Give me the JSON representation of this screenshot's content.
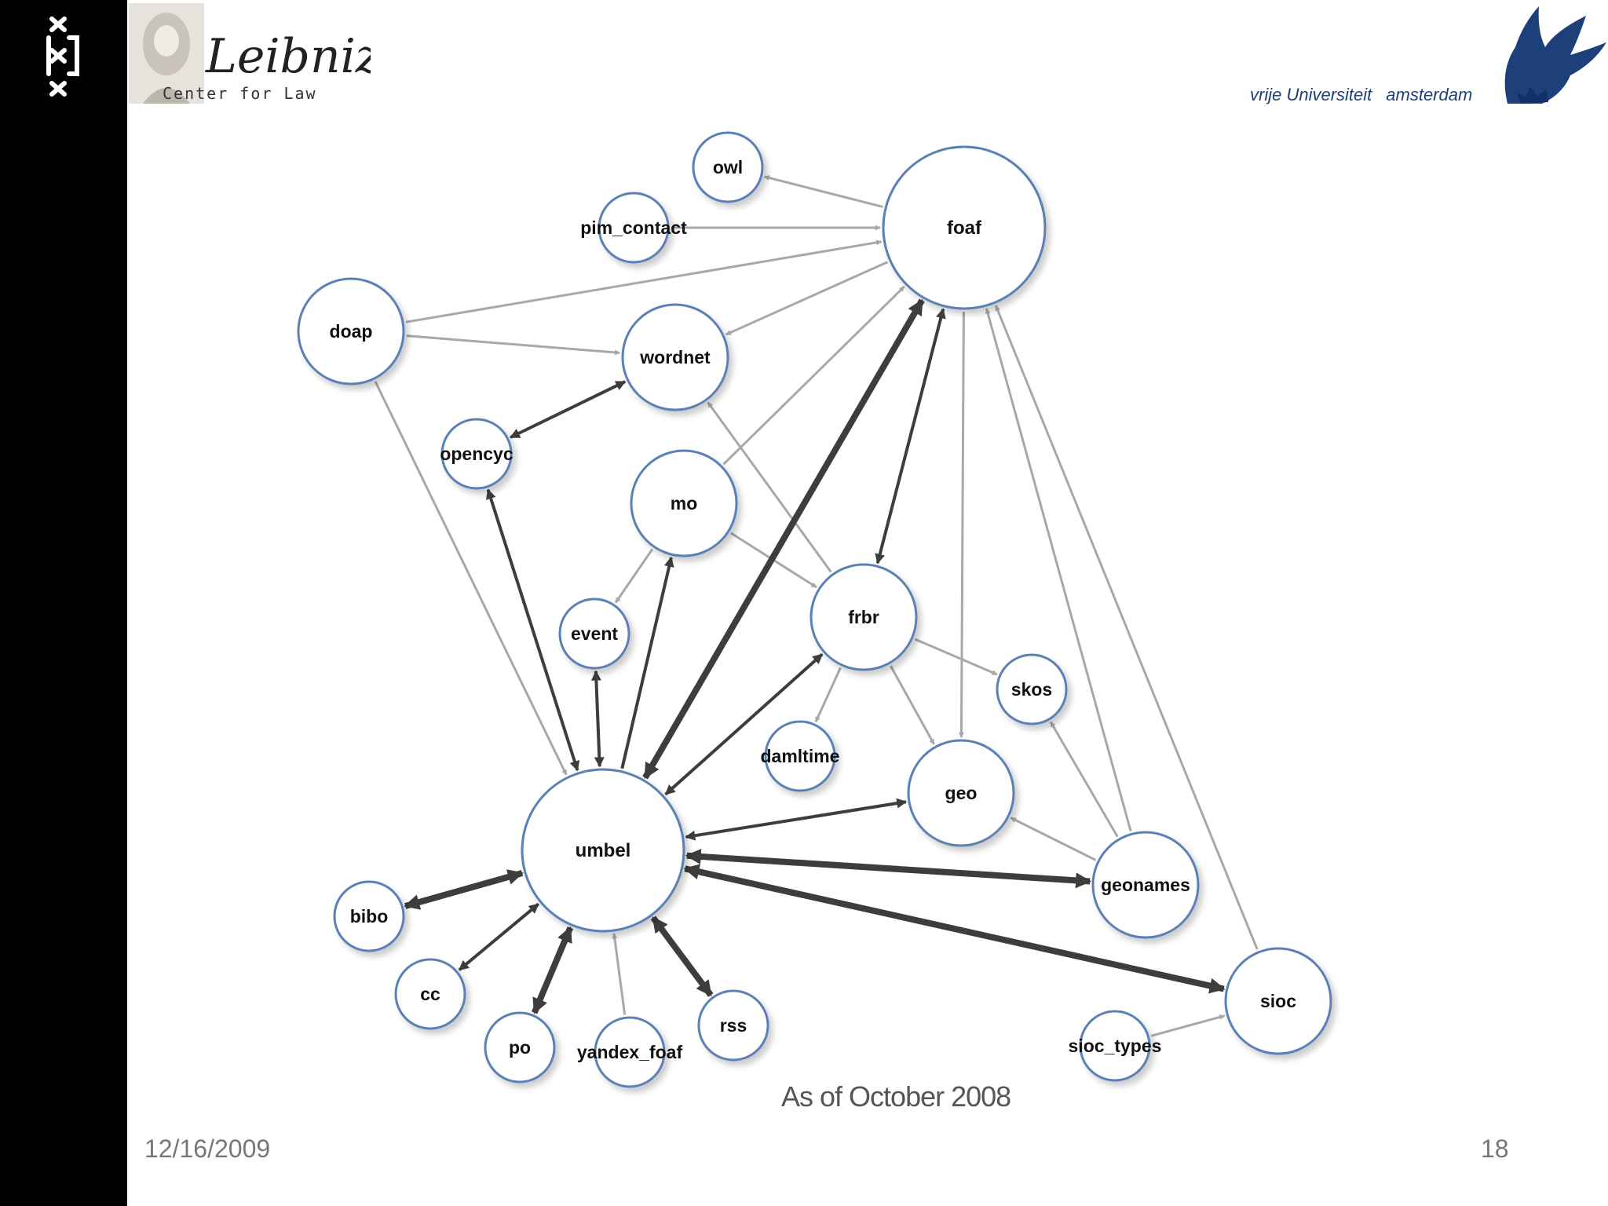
{
  "logos": {
    "uva_icon": "uva-xxx-icon",
    "leibniz_text": "Leibniz",
    "leibniz_sub": "Center for Law",
    "vu_word1": "vrije Universiteit",
    "vu_word2": "amsterdam",
    "vu_icon": "griffin-icon"
  },
  "colors": {
    "sidebar": "#000000",
    "node_stroke": "#5b80b5",
    "edge_light": "#aaaaaa",
    "edge_dark": "#444444"
  },
  "diagram": {
    "nodes": [
      {
        "id": "owl",
        "label": "owl",
        "size": "small"
      },
      {
        "id": "pim_contact",
        "label": "pim_contact",
        "size": "small"
      },
      {
        "id": "foaf",
        "label": "foaf",
        "size": "large"
      },
      {
        "id": "doap",
        "label": "doap",
        "size": "medium"
      },
      {
        "id": "wordnet",
        "label": "wordnet",
        "size": "medium"
      },
      {
        "id": "opencyc",
        "label": "opencyc",
        "size": "small"
      },
      {
        "id": "mo",
        "label": "mo",
        "size": "medium"
      },
      {
        "id": "event",
        "label": "event",
        "size": "small"
      },
      {
        "id": "frbr",
        "label": "frbr",
        "size": "medium"
      },
      {
        "id": "skos",
        "label": "skos",
        "size": "small"
      },
      {
        "id": "damltime",
        "label": "damltime",
        "size": "small"
      },
      {
        "id": "geo",
        "label": "geo",
        "size": "medium"
      },
      {
        "id": "umbel",
        "label": "umbel",
        "size": "large"
      },
      {
        "id": "geonames",
        "label": "geonames",
        "size": "medium"
      },
      {
        "id": "bibo",
        "label": "bibo",
        "size": "small"
      },
      {
        "id": "cc",
        "label": "cc",
        "size": "small"
      },
      {
        "id": "po",
        "label": "po",
        "size": "small"
      },
      {
        "id": "yandex_foaf",
        "label": "yandex_foaf",
        "size": "small"
      },
      {
        "id": "rss",
        "label": "rss",
        "size": "small"
      },
      {
        "id": "sioc",
        "label": "sioc",
        "size": "medium"
      },
      {
        "id": "sioc_types",
        "label": "sioc_types",
        "size": "small"
      }
    ],
    "edges": [
      {
        "from": "foaf",
        "to": "owl",
        "bidirectional": false,
        "weight": "light"
      },
      {
        "from": "pim_contact",
        "to": "foaf",
        "bidirectional": false,
        "weight": "light"
      },
      {
        "from": "doap",
        "to": "foaf",
        "bidirectional": false,
        "weight": "light"
      },
      {
        "from": "foaf",
        "to": "wordnet",
        "bidirectional": false,
        "weight": "light"
      },
      {
        "from": "doap",
        "to": "wordnet",
        "bidirectional": false,
        "weight": "light"
      },
      {
        "from": "doap",
        "to": "umbel",
        "bidirectional": false,
        "weight": "light"
      },
      {
        "from": "opencyc",
        "to": "wordnet",
        "bidirectional": true,
        "weight": "medium"
      },
      {
        "from": "opencyc",
        "to": "umbel",
        "bidirectional": true,
        "weight": "medium"
      },
      {
        "from": "mo",
        "to": "foaf",
        "bidirectional": false,
        "weight": "light"
      },
      {
        "from": "mo",
        "to": "event",
        "bidirectional": false,
        "weight": "light"
      },
      {
        "from": "mo",
        "to": "frbr",
        "bidirectional": false,
        "weight": "light"
      },
      {
        "from": "frbr",
        "to": "wordnet",
        "bidirectional": false,
        "weight": "light"
      },
      {
        "from": "frbr",
        "to": "foaf",
        "bidirectional": true,
        "weight": "medium"
      },
      {
        "from": "foaf",
        "to": "geo",
        "bidirectional": false,
        "weight": "light"
      },
      {
        "from": "umbel",
        "to": "foaf",
        "bidirectional": true,
        "weight": "heavy"
      },
      {
        "from": "umbel",
        "to": "mo",
        "bidirectional": false,
        "weight": "medium"
      },
      {
        "from": "event",
        "to": "umbel",
        "bidirectional": true,
        "weight": "medium"
      },
      {
        "from": "umbel",
        "to": "frbr",
        "bidirectional": true,
        "weight": "medium"
      },
      {
        "from": "frbr",
        "to": "skos",
        "bidirectional": false,
        "weight": "light"
      },
      {
        "from": "frbr",
        "to": "geo",
        "bidirectional": false,
        "weight": "light"
      },
      {
        "from": "frbr",
        "to": "damltime",
        "bidirectional": false,
        "weight": "light"
      },
      {
        "from": "umbel",
        "to": "geo",
        "bidirectional": true,
        "weight": "medium"
      },
      {
        "from": "umbel",
        "to": "geonames",
        "bidirectional": true,
        "weight": "heavy"
      },
      {
        "from": "umbel",
        "to": "sioc",
        "bidirectional": true,
        "weight": "heavy"
      },
      {
        "from": "geonames",
        "to": "geo",
        "bidirectional": false,
        "weight": "light"
      },
      {
        "from": "geonames",
        "to": "skos",
        "bidirectional": false,
        "weight": "light"
      },
      {
        "from": "geonames",
        "to": "foaf",
        "bidirectional": false,
        "weight": "light"
      },
      {
        "from": "sioc",
        "to": "foaf",
        "bidirectional": false,
        "weight": "light"
      },
      {
        "from": "sioc_types",
        "to": "sioc",
        "bidirectional": false,
        "weight": "light"
      },
      {
        "from": "bibo",
        "to": "umbel",
        "bidirectional": true,
        "weight": "heavy"
      },
      {
        "from": "cc",
        "to": "umbel",
        "bidirectional": true,
        "weight": "medium"
      },
      {
        "from": "po",
        "to": "umbel",
        "bidirectional": true,
        "weight": "heavy"
      },
      {
        "from": "yandex_foaf",
        "to": "umbel",
        "bidirectional": false,
        "weight": "light"
      },
      {
        "from": "rss",
        "to": "umbel",
        "bidirectional": true,
        "weight": "heavy"
      }
    ]
  },
  "caption": "As of October 2008",
  "footer": {
    "date": "12/16/2009",
    "page": "18"
  }
}
